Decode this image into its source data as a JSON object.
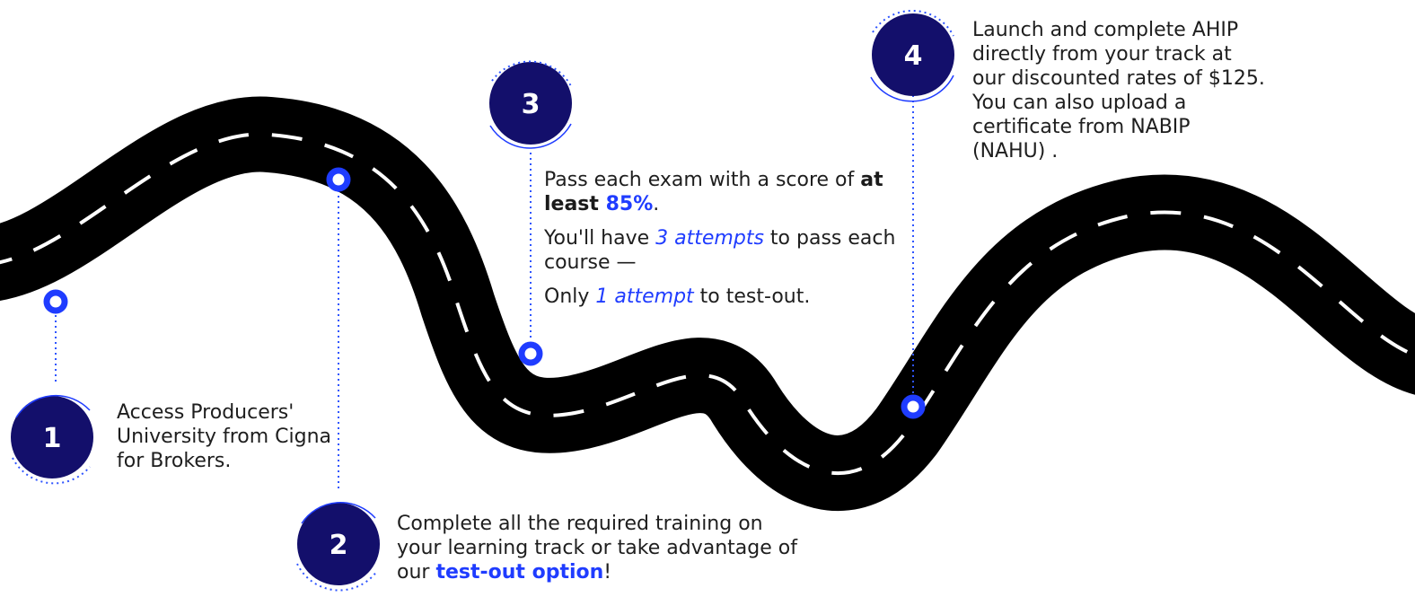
{
  "steps": [
    {
      "number": "1",
      "text": "Access Producers' University from Cigna for Brokers."
    },
    {
      "number": "2",
      "text_before": "Complete all the required training on your learning track or take advantage of our ",
      "highlight": "test-out option",
      "text_after": "!"
    },
    {
      "number": "3",
      "line1_before": "Pass each exam with a score of ",
      "line1_bold": "at least ",
      "line1_blue": "85%",
      "line1_after": ".",
      "line2_before": "You'll have ",
      "line2_italic": "3 attempts",
      "line2_after": " to pass each course —",
      "line3_before": "Only ",
      "line3_italic": "1 attempt",
      "line3_after": " to test-out."
    },
    {
      "number": "4",
      "text": "Launch and complete AHIP directly from your track at our discounted rates of $125. You can also upload a certificate from NABIP (NAHU) ."
    }
  ],
  "colors": {
    "road": "#000000",
    "road_dash": "#ffffff",
    "badge_fill": "#130f6b",
    "accent_blue": "#1f3cff",
    "dotted_line": "#2f55ff"
  }
}
